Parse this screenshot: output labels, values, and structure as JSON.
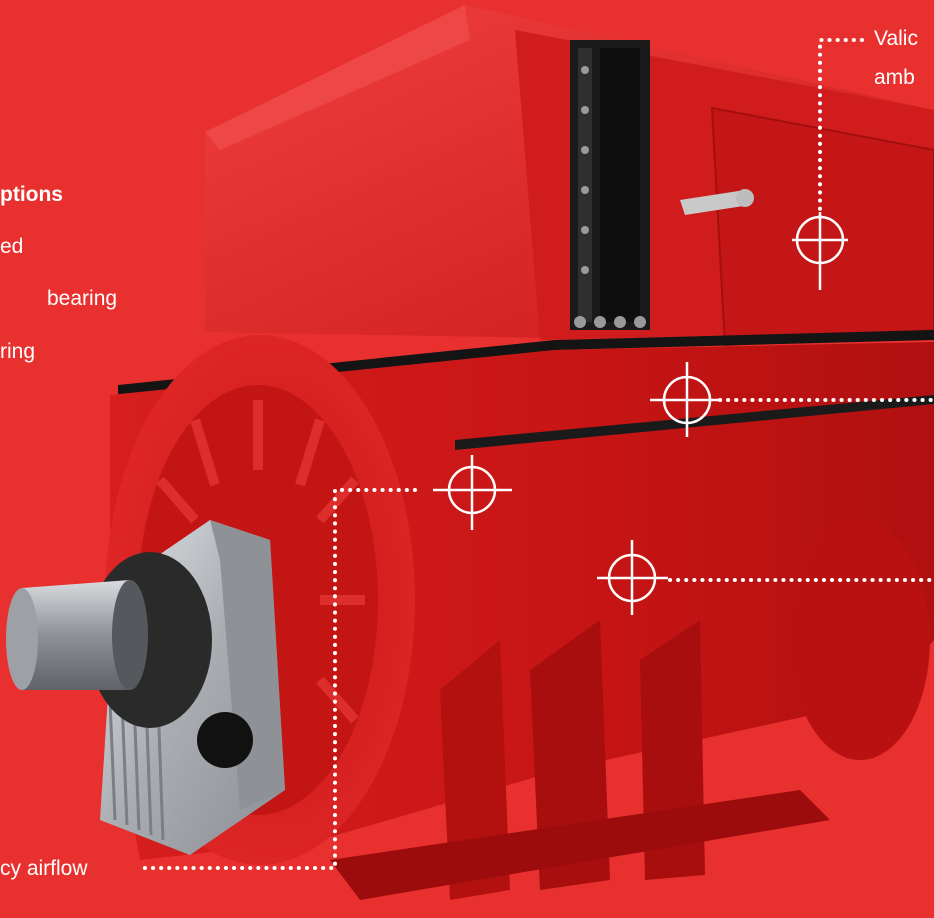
{
  "labels": {
    "top_right_line1": "Valic",
    "top_right_line2": "amb",
    "options_heading": "ptions",
    "option_1": "ed",
    "option_2": "bearing",
    "option_3": "ring",
    "airflow": "cy airflow"
  },
  "colors": {
    "background": "#e8302f",
    "motor_red": "#d81f1f",
    "callout": "#ffffff",
    "steel": "#b9bcc0"
  },
  "icons": {
    "target": "crosshair-target-icon"
  }
}
